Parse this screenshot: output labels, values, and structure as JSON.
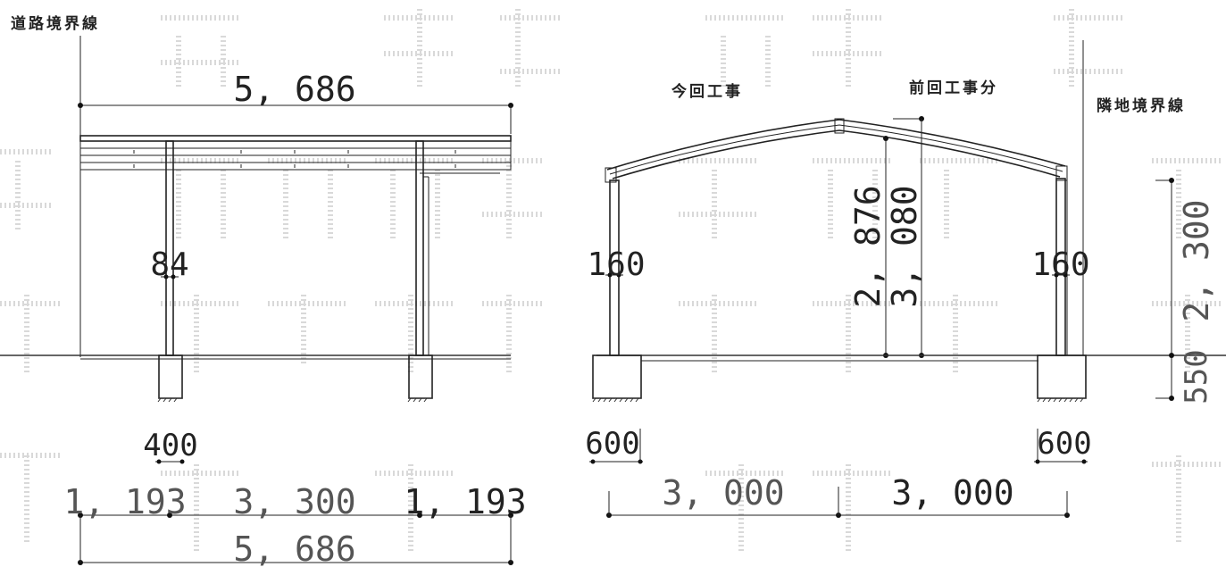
{
  "labels": {
    "road_boundary": "道路境界線",
    "this_work": "今回工事",
    "previous_work": "前回工事分",
    "neighbor_boundary": "隣地境界線"
  },
  "left_view": {
    "overall_top": "5, 686",
    "post_width": "84",
    "footing_width": "400",
    "span_left": "1, 193",
    "span_center": "3, 300",
    "span_right": "1, 193",
    "overall_bottom": "5, 686"
  },
  "right_view": {
    "post_left": "160",
    "post_right": "160",
    "height_inner": "2, 876",
    "height_outer": "3, 080",
    "footing_left": "600",
    "footing_right": "600",
    "span_left": "3, 000",
    "span_right": "3, 000",
    "clear_height": "2, 300",
    "footing_depth": "550"
  }
}
